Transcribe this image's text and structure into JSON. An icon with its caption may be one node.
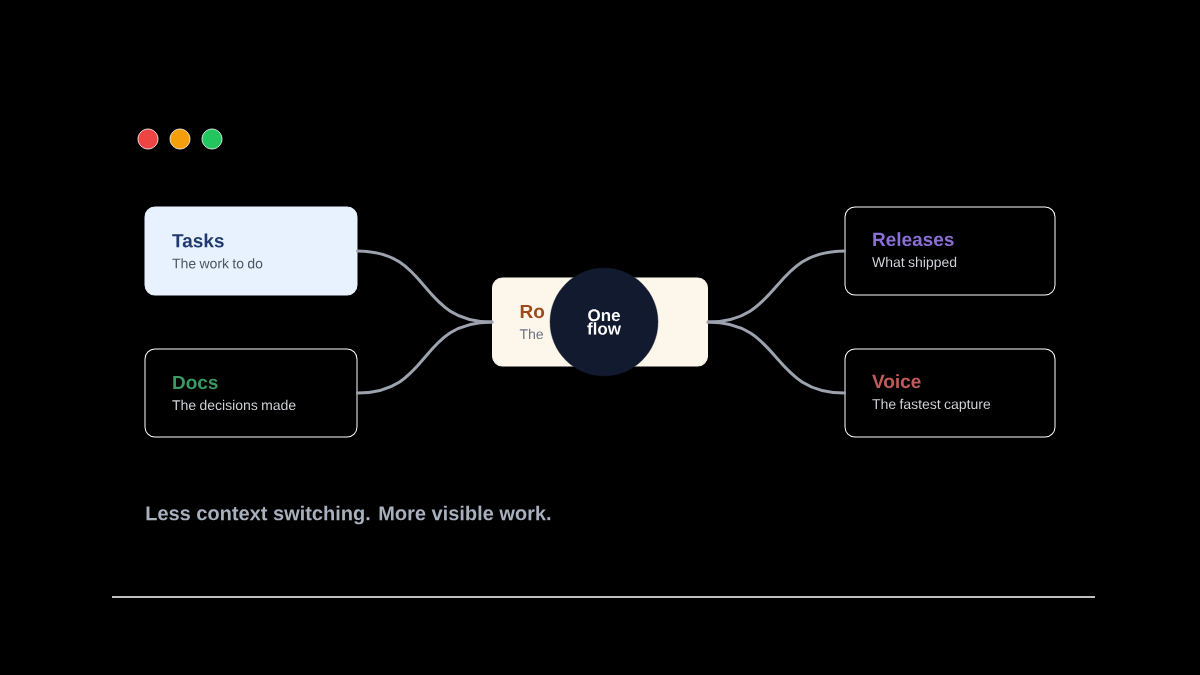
{
  "diagram": {
    "nodes": [
      {
        "text": [
          "Tasks",
          "The work to do"
        ]
      },
      {
        "text": [
          "Docs",
          "The decisions made"
        ]
      },
      {
        "text": [
          "Ro",
          "The"
        ]
      },
      {
        "text": [
          "One flow"
        ]
      },
      {
        "text": [
          "Releases",
          "What shipped"
        ]
      },
      {
        "text": [
          "Voice",
          "The fastest capture"
        ]
      }
    ],
    "edges": [
      {
        "from": 0,
        "to": 2,
        "arrow": "none"
      },
      {
        "from": 1,
        "to": 2,
        "arrow": "none"
      },
      {
        "from": 2,
        "to": 4,
        "arrow": "none"
      },
      {
        "from": 2,
        "to": 5,
        "arrow": "none"
      }
    ],
    "labels": [
      "Less context switching. More visible work."
    ]
  }
}
